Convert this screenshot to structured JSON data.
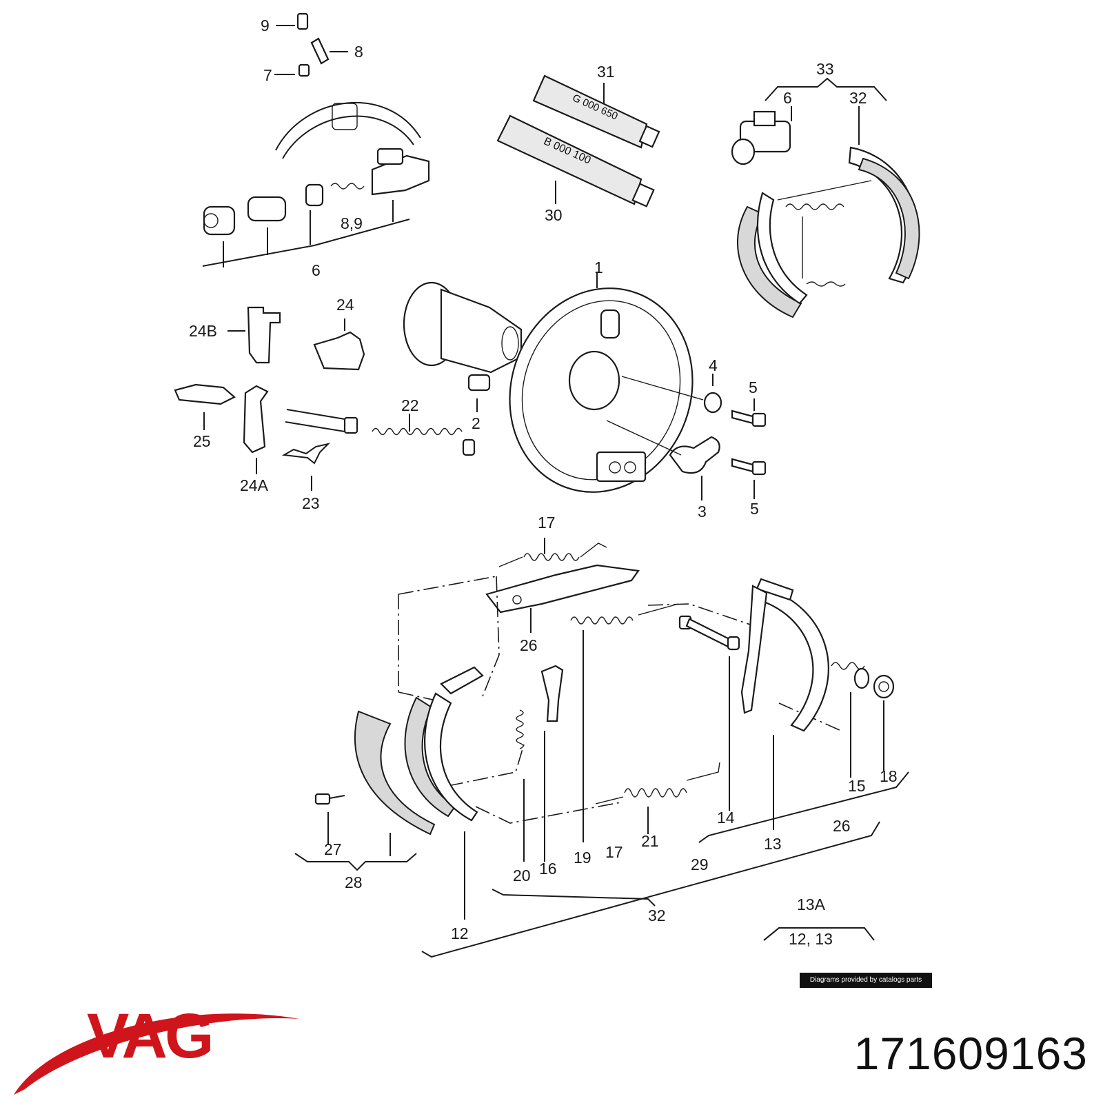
{
  "diagram": {
    "labels": {
      "l1": "1",
      "l2": "2",
      "l3": "3",
      "l4": "4",
      "l5a": "5",
      "l5b": "5",
      "l6a": "6",
      "l6b": "6",
      "l7": "7",
      "l8": "8",
      "l9": "9",
      "l89": "8,9",
      "l12a": "12",
      "l1213": "12, 13",
      "l13": "13",
      "l13A": "13A",
      "l14": "14",
      "l15": "15",
      "l16": "16",
      "l17a": "17",
      "l17b": "17",
      "l18": "18",
      "l19": "19",
      "l20": "20",
      "l21": "21",
      "l22": "22",
      "l23": "23",
      "l24": "24",
      "l24A": "24A",
      "l24B": "24B",
      "l25": "25",
      "l26a": "26",
      "l26b": "26",
      "l27": "27",
      "l28": "28",
      "l29": "29",
      "l30": "30",
      "l31": "31",
      "l32a": "32",
      "l32b": "32",
      "l33": "33"
    },
    "tube_text_1": "G 000 650",
    "tube_text_2": "B 000 100"
  },
  "credit": "Diagrams provided by catalogs parts",
  "brand": {
    "name": "VAG",
    "color": "#d0141b"
  },
  "part_number": "171609163"
}
